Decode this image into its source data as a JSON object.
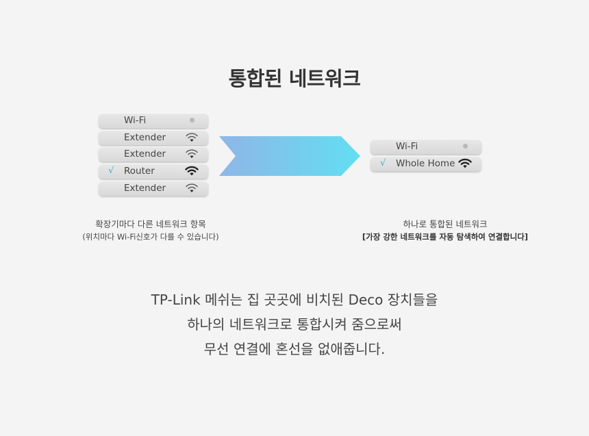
{
  "title": "통합된 네트워크",
  "left_list": {
    "items": [
      {
        "label": "Wi-Fi",
        "icon": "status-dot-icon",
        "checked": false
      },
      {
        "label": "Extender",
        "icon": "wifi-weak-icon",
        "checked": false
      },
      {
        "label": "Extender",
        "icon": "wifi-weak-icon",
        "checked": false
      },
      {
        "label": "Router",
        "icon": "wifi-strong-icon",
        "checked": true
      },
      {
        "label": "Extender",
        "icon": "wifi-weak-icon",
        "checked": false
      }
    ]
  },
  "right_list": {
    "items": [
      {
        "label": "Wi-Fi",
        "icon": "status-dot-icon",
        "checked": false
      },
      {
        "label": "Whole Home",
        "icon": "wifi-strong-icon",
        "checked": true
      }
    ]
  },
  "check_mark": "√",
  "left_caption": {
    "line1": "확장기마다 다른 네트워크 항목",
    "line2": "(위치마다 Wi-Fi신호가 다를 수 있습니다)"
  },
  "right_caption": {
    "line1": "하나로 통합된 네트워크",
    "line2": "[가장 강한 네트워크를 자동 탐색하여 연결합니다]"
  },
  "description": {
    "line1": "TP-Link 메쉬는 집 곳곳에 비치된 Deco 장치들을",
    "line2": "하나의 네트워크로 통합시켜 줌으로써",
    "line3": "무선 연결에 혼선을 없애줍니다."
  },
  "colors": {
    "arrow_start": "#8fb6e6",
    "arrow_end": "#62def2",
    "check": "#3aa8c0",
    "wifi_strong": "#222222",
    "wifi_weak": "#555555"
  }
}
